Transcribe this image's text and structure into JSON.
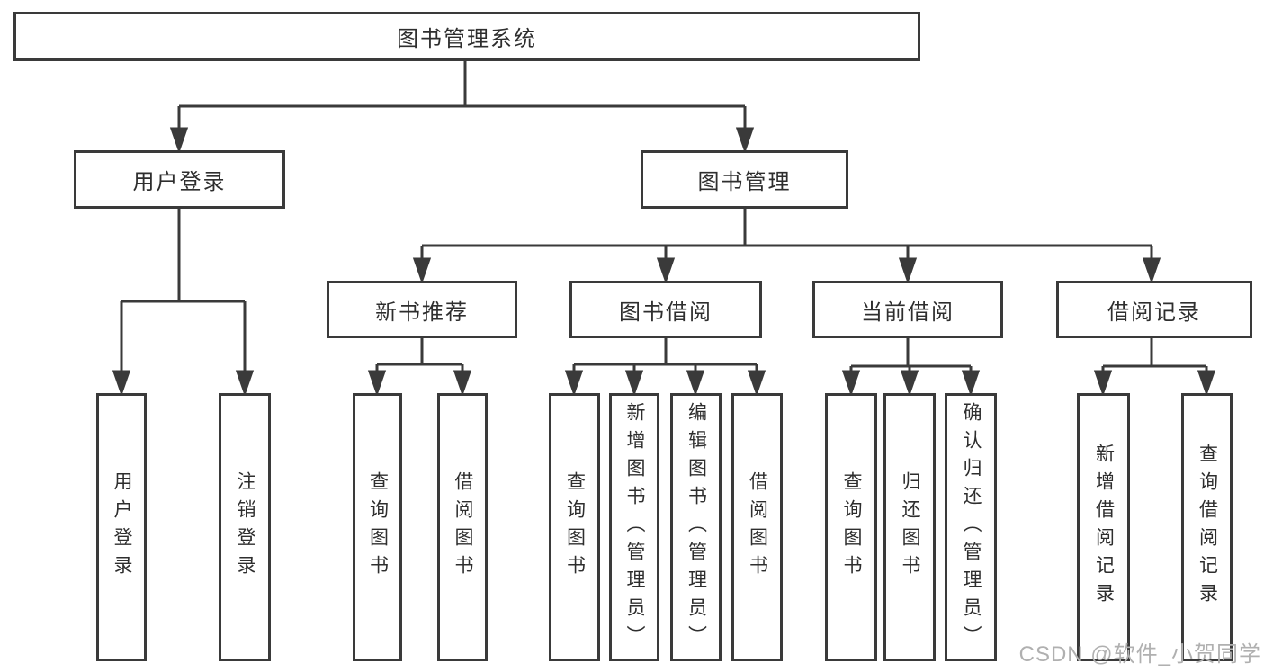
{
  "tree": {
    "root": {
      "label": "图书管理系统",
      "children": [
        {
          "label": "用户登录",
          "children": [
            {
              "label": "用户登录"
            },
            {
              "label": "注销登录"
            }
          ]
        },
        {
          "label": "图书管理",
          "children": [
            {
              "label": "新书推荐",
              "children": [
                {
                  "label": "查询图书"
                },
                {
                  "label": "借阅图书"
                }
              ]
            },
            {
              "label": "图书借阅",
              "children": [
                {
                  "label": "查询图书"
                },
                {
                  "label": "新增图书（管理员）"
                },
                {
                  "label": "编辑图书（管理员）"
                },
                {
                  "label": "借阅图书"
                }
              ]
            },
            {
              "label": "当前借阅",
              "children": [
                {
                  "label": "查询图书"
                },
                {
                  "label": "归还图书"
                },
                {
                  "label": "确认归还（管理员）"
                }
              ]
            },
            {
              "label": "借阅记录",
              "children": [
                {
                  "label": "新增借阅记录"
                },
                {
                  "label": "查询借阅记录"
                }
              ]
            }
          ]
        }
      ]
    }
  },
  "watermark": {
    "text": "CSDN @软件_小贺同学"
  },
  "colors": {
    "line": "#3a3a3a",
    "text": "#2e2e2e",
    "watermark": "#b0b0b0",
    "background": "#ffffff"
  }
}
